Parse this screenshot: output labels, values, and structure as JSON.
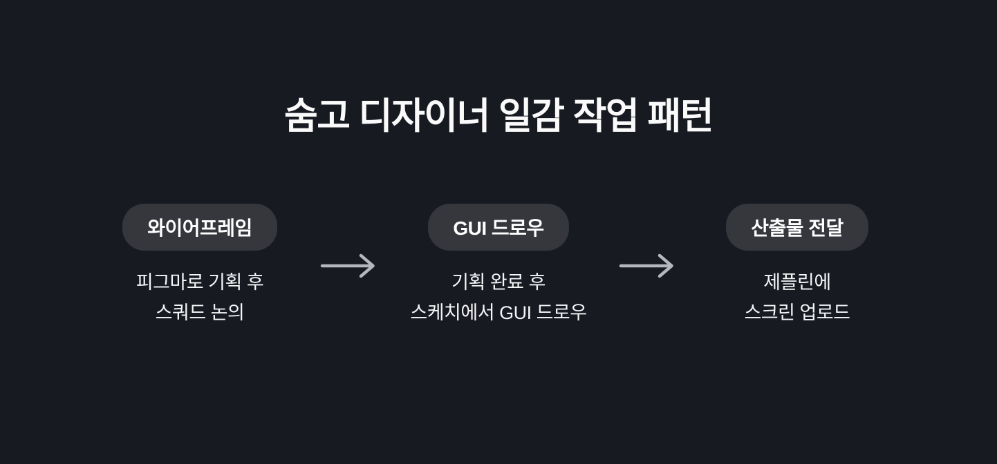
{
  "title": "숨고 디자이너 일감 작업 패턴",
  "steps": [
    {
      "label": "와이어프레임",
      "desc_line1": "피그마로 기획 후",
      "desc_line2": "스쿼드 논의"
    },
    {
      "label": "GUI 드로우",
      "desc_line1": "기획 완료 후",
      "desc_line2": "스케치에서 GUI 드로우"
    },
    {
      "label": "산출물 전달",
      "desc_line1": "제플린에",
      "desc_line2": "스크린 업로드"
    }
  ],
  "icons": {
    "between_steps": "arrow-right-icon"
  },
  "colors": {
    "background": "#181a22",
    "pill_background": "#35373d",
    "text": "#fafafa",
    "arrow": "#b4b7bc"
  }
}
